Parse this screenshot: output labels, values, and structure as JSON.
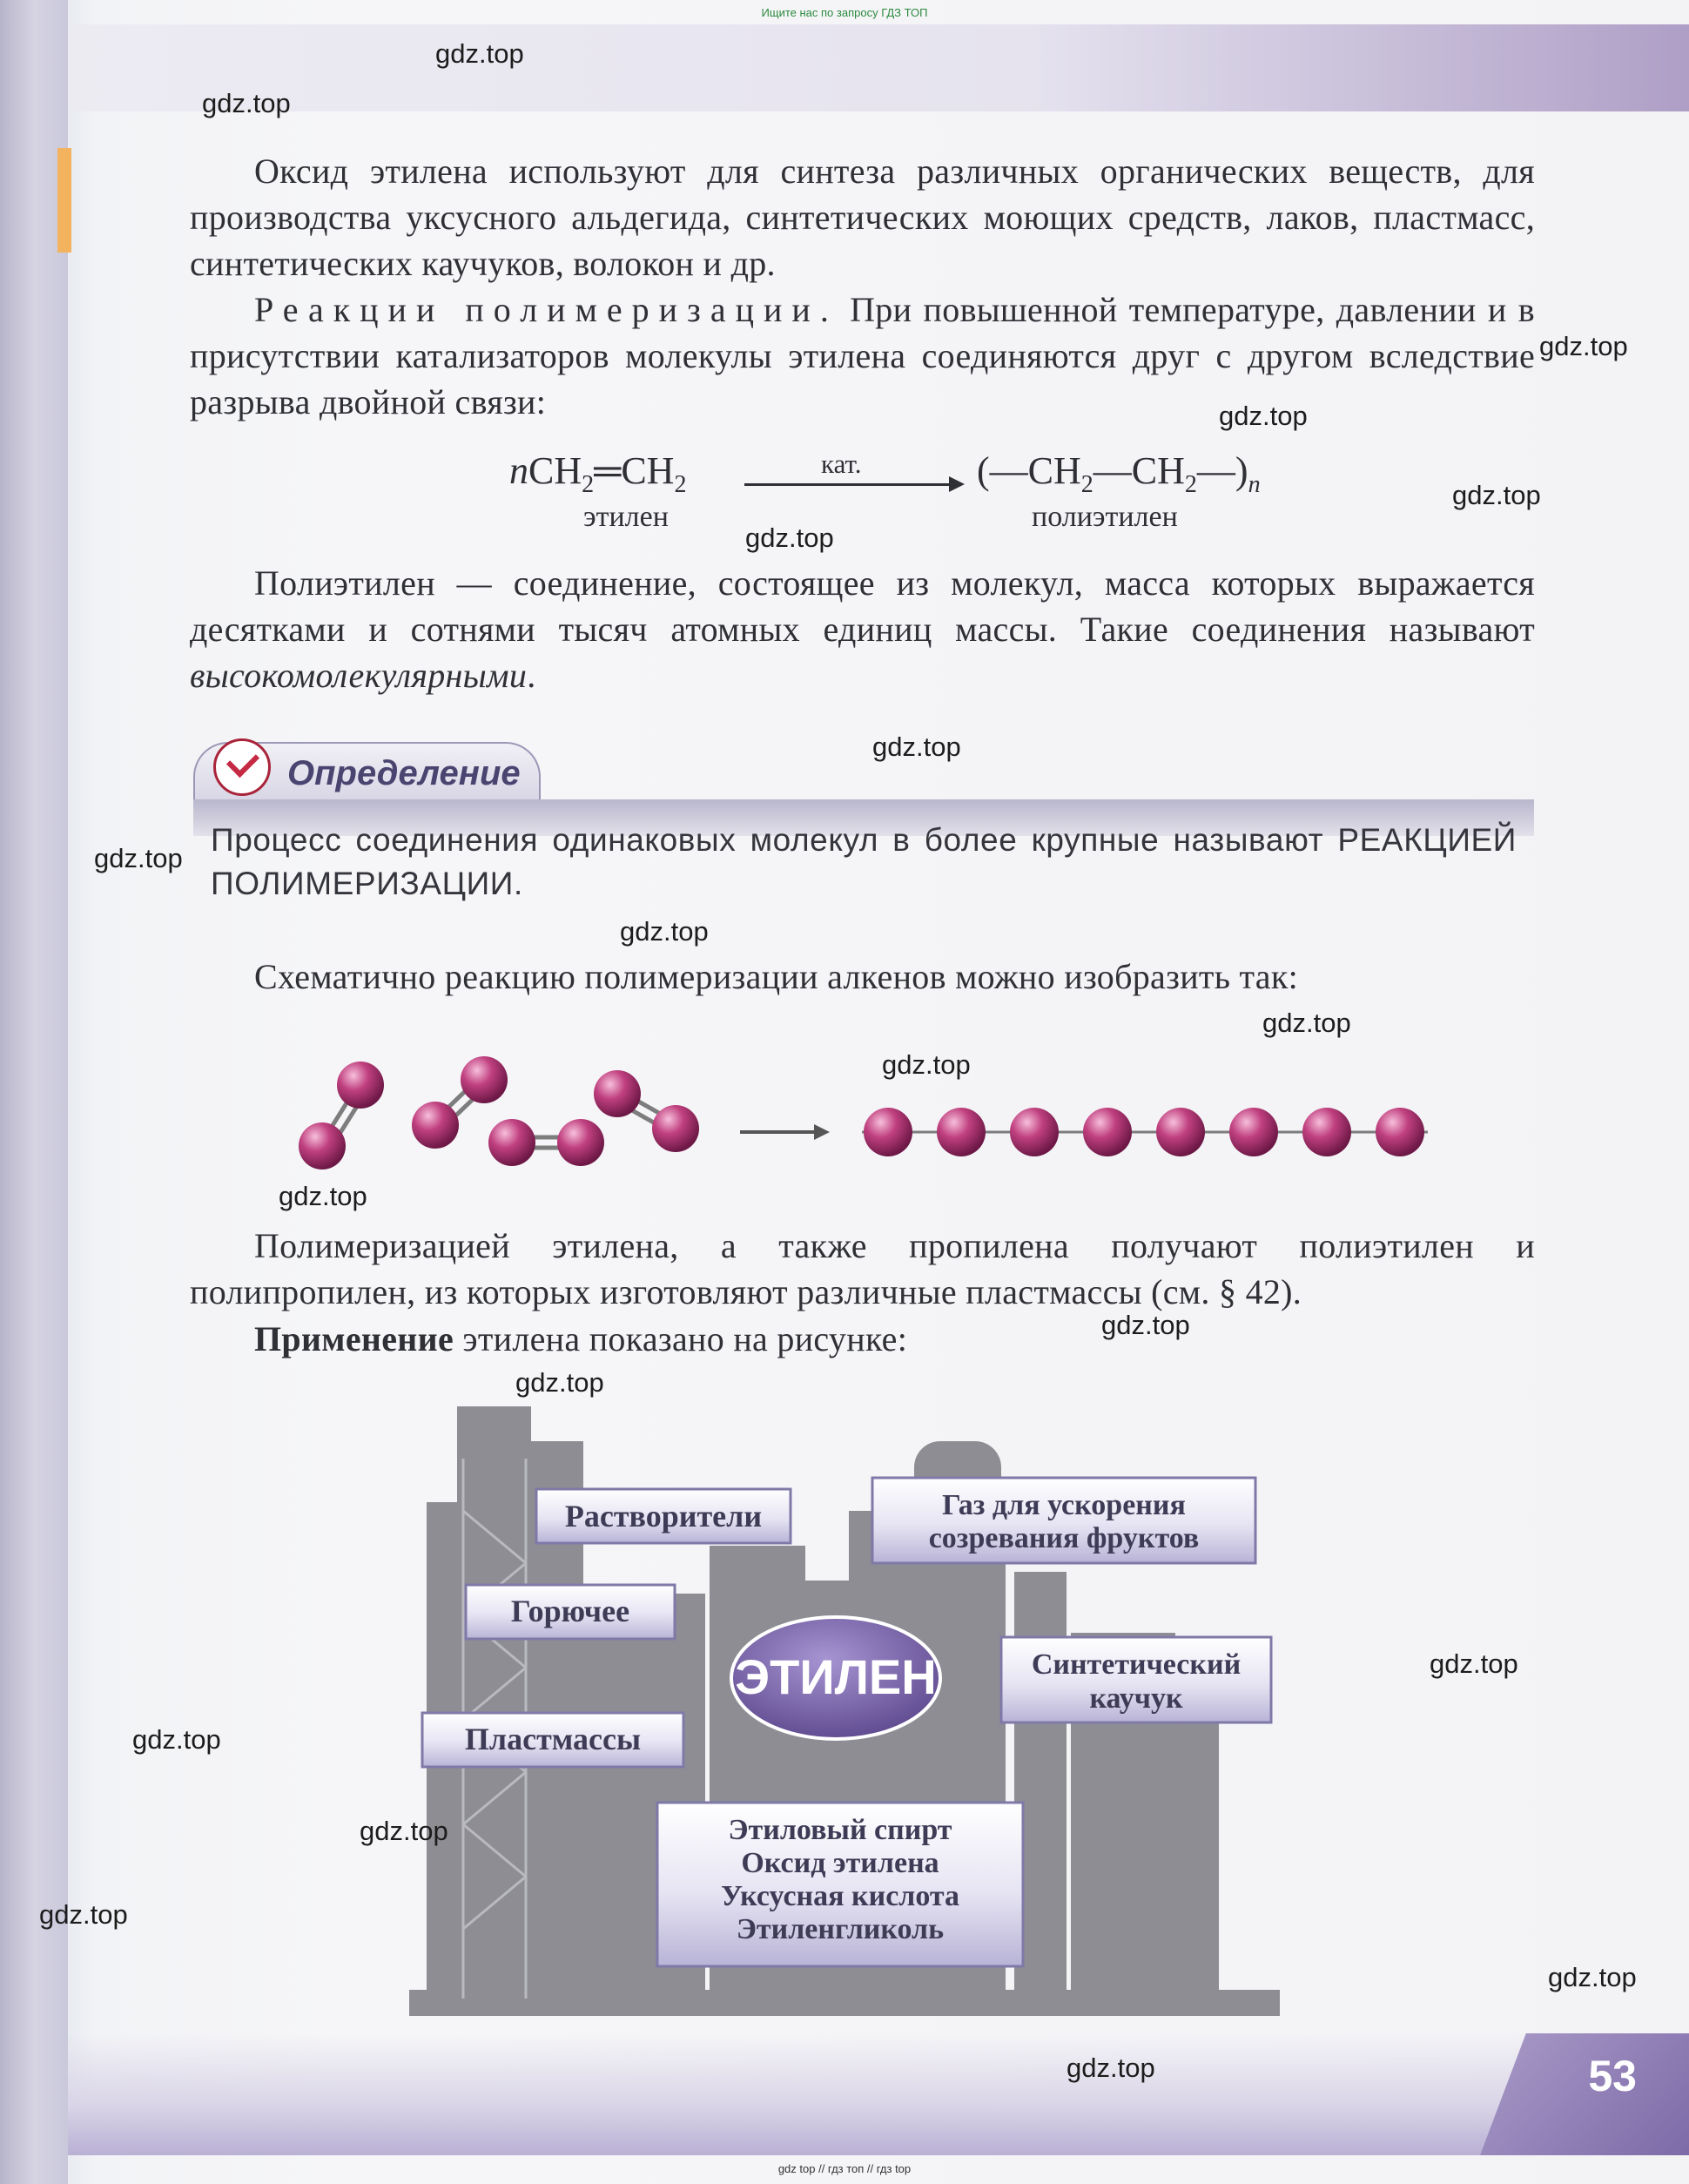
{
  "top_note": "Ищите нас по запросу ГДЗ ТОП",
  "bottom_note": "gdz top // гдз топ // гдз top",
  "paragraph1": "Оксид этилена используют для синтеза различных органических веществ, для производства уксусного альдегида, синтетических моющих средств, лаков, пластмасс, синтетических каучуков, волокон и др.",
  "paragraph2": {
    "spaced": "Реакции полимеризации.",
    "rest": " При повышенной температуре, давлении и в присутствии катализаторов молекулы этилена соединяются друг с другом вследствие разрыва двойной связи:"
  },
  "equation": {
    "reactant_n": "n",
    "reactant_main": "CH",
    "sub2": "2",
    "double_bond": "═",
    "reactant_tail": "CH",
    "catalyst": "кат.",
    "product_open": "(—CH",
    "product_dash": "—CH",
    "product_close": "—)",
    "product_n": "n",
    "reactant_label": "этилен",
    "product_label": "полиэтилен"
  },
  "paragraph3": {
    "text": "Полиэтилен — соединение, состоящее из молекул, масса которых выражается десятками и сотнями тысяч атомных единиц массы. Такие соединения называют ",
    "italic": "высокомолекулярными",
    "end": "."
  },
  "definition": {
    "title": "Определение",
    "text": "Процесс соединения одинаковых молекул в более крупные называют РЕАКЦИЕЙ ПОЛИМЕРИЗАЦИИ."
  },
  "paragraph4": "Схематично реакцию полимеризации алкенов можно изобразить так:",
  "paragraph5": "Полимеризацией этилена, а также пропилена получают полиэтилен и полипропилен, из которых изготовляют различные пластмассы (см. § 42).",
  "paragraph6": {
    "bold": "Применение",
    "rest": " этилена показано на рисунке:"
  },
  "application": {
    "center": "ЭТИЛЕН",
    "solvents": "Растворители",
    "fuel": "Горючее",
    "plastics": "Пластмассы",
    "gas_line1": "Газ для ускорения",
    "gas_line2": "созревания фруктов",
    "rubber_line1": "Синтетический",
    "rubber_line2": "каучук",
    "products": [
      "Этиловый спирт",
      "Оксид этилена",
      "Уксусная кислота",
      "Этиленгликоль"
    ]
  },
  "page_number": "53",
  "watermark": "gdz.top",
  "colors": {
    "molecule": "#c0407f",
    "ethylene_oval": "#6e5a9e",
    "label_box": "#dedcf0",
    "definition_check": "#c42a43",
    "page_tab": "#8b7bb5"
  }
}
